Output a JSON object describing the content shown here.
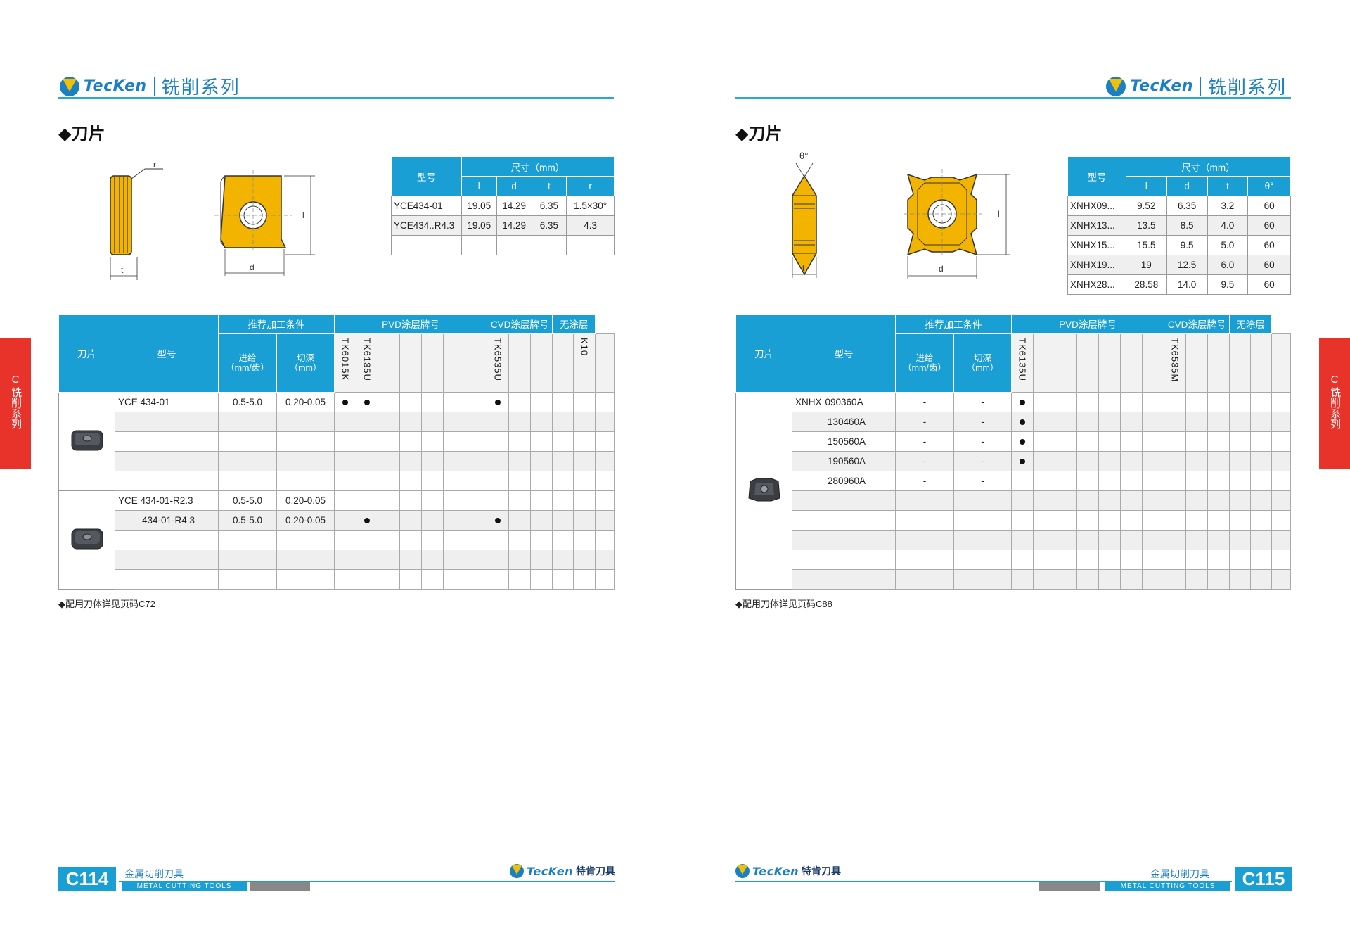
{
  "brand": {
    "logo_text": "TecKen",
    "series_title": "铣削系列",
    "brand_cn": "特肯刀具"
  },
  "section_title": "◆刀片",
  "side_tab": {
    "letter": "C",
    "text": "铣削系列"
  },
  "footer": {
    "category_cn": "金属切削刀具",
    "category_en": "METAL CUTTING TOOLS"
  },
  "colors": {
    "accent": "#1a9fd4",
    "tab_red": "#e8332a",
    "insert_gold": "#f3b400"
  },
  "left": {
    "page_number": "C114",
    "drawing_labels": {
      "r": "r",
      "t": "t",
      "d": "d",
      "l": "l"
    },
    "spec_table": {
      "header_model": "型号",
      "header_size": "尺寸（mm）",
      "columns": [
        "l",
        "d",
        "t",
        "r"
      ],
      "rows": [
        {
          "model": "YCE434-01",
          "values": [
            "19.05",
            "14.29",
            "6.35",
            "1.5×30°"
          ]
        },
        {
          "model": "YCE434..R4.3",
          "values": [
            "19.05",
            "14.29",
            "6.35",
            "4.3"
          ]
        },
        {
          "model": "",
          "values": [
            "",
            "",
            "",
            ""
          ]
        }
      ]
    },
    "main_table": {
      "col_insert": "刀片",
      "col_model": "型号",
      "col_conditions": "推荐加工条件",
      "col_feed": "进给\n（mm/齿）",
      "col_depth": "切深\n（mm）",
      "col_pvd": "PVD涂层牌号",
      "col_cvd": "CVD涂层牌号",
      "col_uncoated": "无涂层",
      "grades": [
        "TK6015K",
        "TK6135U",
        "",
        "",
        "",
        "",
        "",
        "TK6535U",
        "",
        "",
        "",
        "K10",
        ""
      ],
      "groups": [
        {
          "rows": [
            {
              "model": "YCE 434-01",
              "feed": "0.5-5.0",
              "depth": "0.20-0.05",
              "marks": [
                0,
                1,
                7
              ]
            },
            {
              "model": "",
              "feed": "",
              "depth": "",
              "marks": []
            },
            {
              "model": "",
              "feed": "",
              "depth": "",
              "marks": []
            },
            {
              "model": "",
              "feed": "",
              "depth": "",
              "marks": []
            },
            {
              "model": "",
              "feed": "",
              "depth": "",
              "marks": []
            }
          ]
        },
        {
          "rows": [
            {
              "model": "YCE 434-01-R2.3",
              "feed": "0.5-5.0",
              "depth": "0.20-0.05",
              "marks": []
            },
            {
              "model": "434-01-R4.3",
              "feed": "0.5-5.0",
              "depth": "0.20-0.05",
              "marks": [
                1,
                7
              ]
            },
            {
              "model": "",
              "feed": "",
              "depth": "",
              "marks": []
            },
            {
              "model": "",
              "feed": "",
              "depth": "",
              "marks": []
            },
            {
              "model": "",
              "feed": "",
              "depth": "",
              "marks": []
            }
          ]
        }
      ]
    },
    "note": "◆配用刀体详见页码C72"
  },
  "right": {
    "page_number": "C115",
    "drawing_labels": {
      "theta": "θ°",
      "t": "t",
      "d": "d",
      "l": "l"
    },
    "spec_table": {
      "header_model": "型号",
      "header_size": "尺寸（mm）",
      "columns": [
        "l",
        "d",
        "t",
        "θ°"
      ],
      "rows": [
        {
          "model": "XNHX09...",
          "values": [
            "9.52",
            "6.35",
            "3.2",
            "60"
          ]
        },
        {
          "model": "XNHX13...",
          "values": [
            "13.5",
            "8.5",
            "4.0",
            "60"
          ]
        },
        {
          "model": "XNHX15...",
          "values": [
            "15.5",
            "9.5",
            "5.0",
            "60"
          ]
        },
        {
          "model": "XNHX19...",
          "values": [
            "19",
            "12.5",
            "6.0",
            "60"
          ]
        },
        {
          "model": "XNHX28...",
          "values": [
            "28.58",
            "14.0",
            "9.5",
            "60"
          ]
        }
      ]
    },
    "main_table": {
      "col_insert": "刀片",
      "col_model": "型号",
      "col_conditions": "推荐加工条件",
      "col_feed": "进给\n（mm/齿）",
      "col_depth": "切深\n（mm）",
      "col_pvd": "PVD涂层牌号",
      "col_cvd": "CVD涂层牌号",
      "col_uncoated": "无涂层",
      "model_prefix": "XNHX",
      "grades": [
        "TK6135U",
        "",
        "",
        "",
        "",
        "",
        "",
        "TK6535M",
        "",
        "",
        "",
        "",
        ""
      ],
      "rows": [
        {
          "model": "090360A",
          "feed": "-",
          "depth": "-",
          "marks": [
            0
          ]
        },
        {
          "model": "130460A",
          "feed": "-",
          "depth": "-",
          "marks": [
            0
          ]
        },
        {
          "model": "150560A",
          "feed": "-",
          "depth": "-",
          "marks": [
            0
          ]
        },
        {
          "model": "190560A",
          "feed": "-",
          "depth": "-",
          "marks": [
            0
          ]
        },
        {
          "model": "280960A",
          "feed": "-",
          "depth": "-",
          "marks": []
        },
        {
          "model": "",
          "feed": "",
          "depth": "",
          "marks": []
        },
        {
          "model": "",
          "feed": "",
          "depth": "",
          "marks": []
        },
        {
          "model": "",
          "feed": "",
          "depth": "",
          "marks": []
        },
        {
          "model": "",
          "feed": "",
          "depth": "",
          "marks": []
        },
        {
          "model": "",
          "feed": "",
          "depth": "",
          "marks": []
        }
      ]
    },
    "note": "◆配用刀体详见页码C88"
  }
}
